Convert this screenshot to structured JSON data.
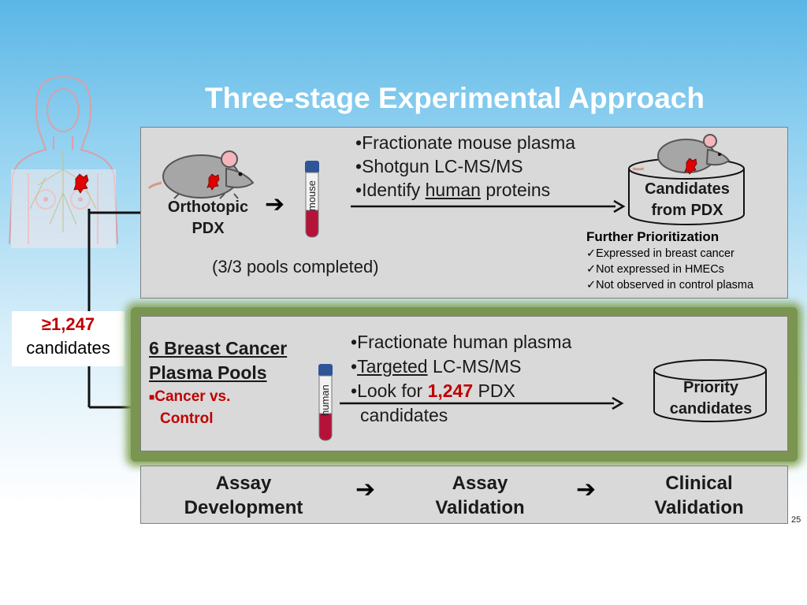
{
  "title": "Three-stage Experimental Approach",
  "stage1": {
    "bullets": [
      "Fractionate mouse plasma",
      "Shotgun LC-MS/MS"
    ],
    "bullet3_prefix": "Identify ",
    "bullet3_underlined": "human",
    "bullet3_suffix": " proteins",
    "source_label_line1": "Orthotopic",
    "source_label_line2": "PDX",
    "tube_label": "mouse",
    "pools_status": "(3/3 pools completed)",
    "cylinder_line1": "Candidates",
    "cylinder_line2": "from PDX",
    "prioritization_title": "Further Prioritization",
    "prioritization_items": [
      "✓Expressed in breast cancer",
      "✓Not expressed in HMECs",
      "✓Not observed in control plasma"
    ]
  },
  "candidates_callout": {
    "count": "≥1,247",
    "label": "candidates"
  },
  "stage2": {
    "source_line1": "6 Breast Cancer",
    "source_line2": "Plasma Pools",
    "sub_line1": "Cancer vs.",
    "sub_line2": "Control",
    "tube_label": "human",
    "bullet1": "Fractionate human plasma",
    "bullet2_underlined": "Targeted",
    "bullet2_suffix": " LC-MS/MS",
    "bullet3_prefix": "Look for ",
    "bullet3_highlight": "1,247",
    "bullet3_suffix": " PDX",
    "bullet3_line2": "candidates",
    "cylinder_line1": "Priority",
    "cylinder_line2": "candidates"
  },
  "stage3": {
    "step1_line1": "Assay",
    "step1_line2": "Development",
    "step2_line1": "Assay",
    "step2_line2": "Validation",
    "step3_line1": "Clinical",
    "step3_line2": "Validation"
  },
  "page_number": "25",
  "colors": {
    "highlight_red": "#c00000",
    "tube_red": "#b5123a",
    "tube_cap": "#2f5597",
    "panel_gray": "#d9d9d9",
    "green_border": "#7a9550"
  }
}
